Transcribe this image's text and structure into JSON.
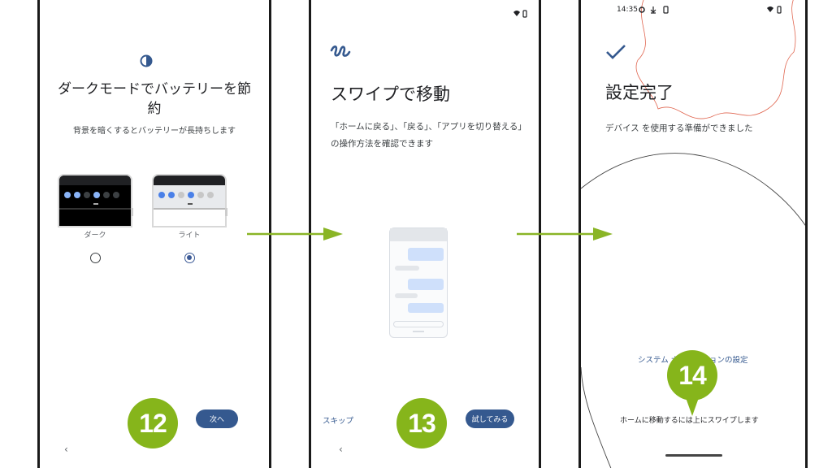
{
  "screen1": {
    "title": "ダークモードでバッテリーを節約",
    "subtitle": "背景を暗くするとバッテリーが長持ちします",
    "option_dark": "ダーク",
    "option_light": "ライト",
    "selected": "light",
    "next_label": "次へ",
    "back_label": "‹"
  },
  "screen2": {
    "title": "スワイプで移動",
    "description": "「ホームに戻る」、「戻る」、「アプリを切り替える」の操作方法を確認できます",
    "skip_label": "スキップ",
    "try_label": "試してみる",
    "back_label": "‹"
  },
  "screen3": {
    "status_time": "14:35",
    "title": "設定完了",
    "description": "デバイス を使用する準備ができました",
    "settings_link": "システム ナビゲーションの設定",
    "swipe_hint": "ホームに移動するには上にスワイプします"
  },
  "badges": [
    "12",
    "13",
    "14"
  ],
  "colors": {
    "accent": "#35598f",
    "badge": "#86b51b",
    "arrow": "#8ab526",
    "dark_dot": "#8ab4f8",
    "light_dot": "#4a80e8"
  },
  "icons": {
    "screen1": "contrast-icon",
    "screen2": "swipe-squiggle-icon",
    "screen3": "checkmark-icon",
    "status": [
      "wifi-icon",
      "battery-icon",
      "settings-gear-icon",
      "download-icon"
    ]
  }
}
